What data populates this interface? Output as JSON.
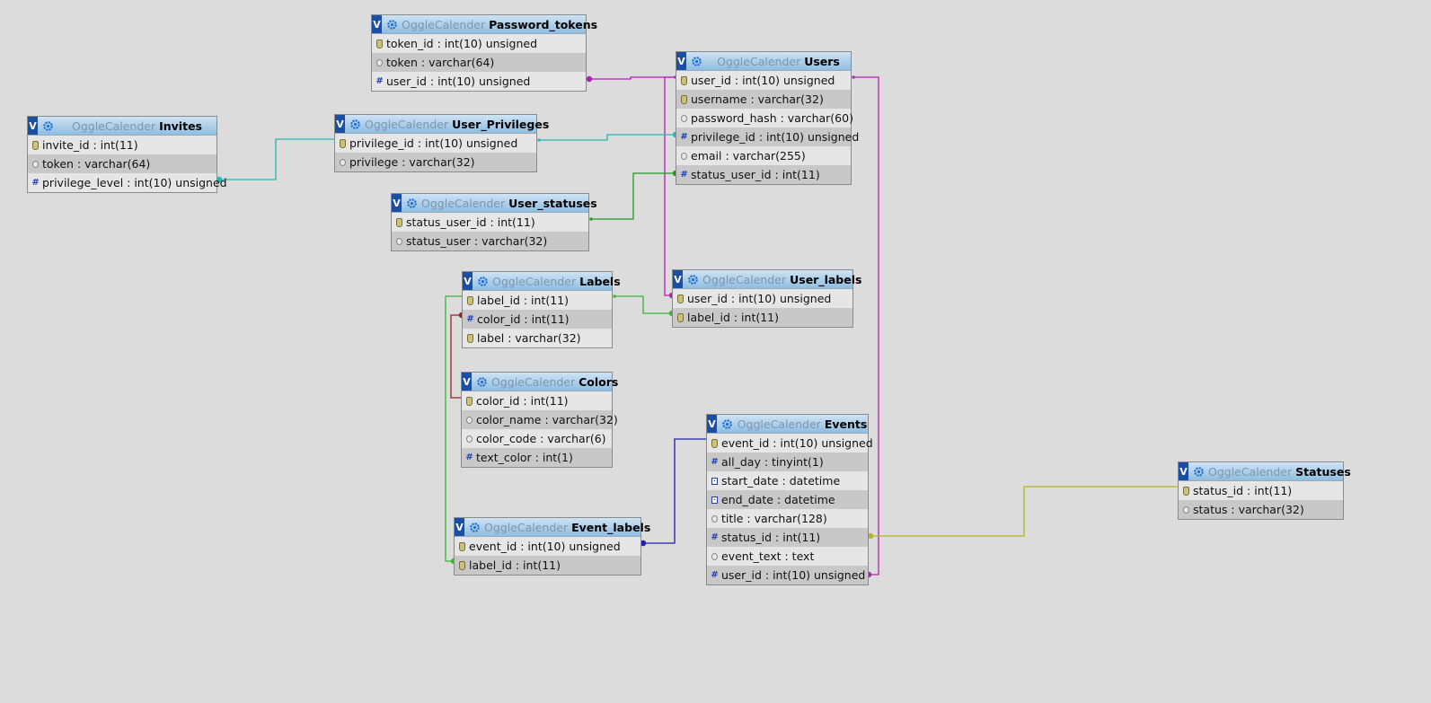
{
  "tables": [
    {
      "key": "password_tokens",
      "db": "OggleCalender",
      "name": "Password_tokens",
      "columns": [
        {
          "text": "token_id : int(10) unsigned",
          "icon": "key-icon"
        },
        {
          "text": "token : varchar(64)",
          "icon": "text-icon"
        },
        {
          "text": "user_id : int(10) unsigned",
          "icon": "numeric-icon"
        }
      ]
    },
    {
      "key": "users",
      "db": "OggleCalender",
      "name": "Users",
      "columns": [
        {
          "text": "user_id : int(10) unsigned",
          "icon": "key-icon"
        },
        {
          "text": "username : varchar(32)",
          "icon": "key-icon"
        },
        {
          "text": "password_hash : varchar(60)",
          "icon": "text-icon"
        },
        {
          "text": "privilege_id : int(10) unsigned",
          "icon": "numeric-icon"
        },
        {
          "text": "email : varchar(255)",
          "icon": "text-icon"
        },
        {
          "text": "status_user_id : int(11)",
          "icon": "numeric-icon"
        }
      ]
    },
    {
      "key": "invites",
      "db": "OggleCalender",
      "name": "Invites",
      "columns": [
        {
          "text": "invite_id : int(11)",
          "icon": "key-icon"
        },
        {
          "text": "token : varchar(64)",
          "icon": "text-icon"
        },
        {
          "text": "privilege_level : int(10) unsigned",
          "icon": "numeric-icon"
        }
      ]
    },
    {
      "key": "user_privileges",
      "db": "OggleCalender",
      "name": "User_Privileges",
      "columns": [
        {
          "text": "privilege_id : int(10) unsigned",
          "icon": "key-icon"
        },
        {
          "text": "privilege : varchar(32)",
          "icon": "text-icon"
        }
      ]
    },
    {
      "key": "user_statuses",
      "db": "OggleCalender",
      "name": "User_statuses",
      "columns": [
        {
          "text": "status_user_id : int(11)",
          "icon": "key-icon"
        },
        {
          "text": "status_user : varchar(32)",
          "icon": "text-icon"
        }
      ]
    },
    {
      "key": "labels",
      "db": "OggleCalender",
      "name": "Labels",
      "columns": [
        {
          "text": "label_id : int(11)",
          "icon": "key-icon"
        },
        {
          "text": "color_id : int(11)",
          "icon": "numeric-icon"
        },
        {
          "text": "label : varchar(32)",
          "icon": "key-icon"
        }
      ]
    },
    {
      "key": "user_labels",
      "db": "OggleCalender",
      "name": "User_labels",
      "columns": [
        {
          "text": "user_id : int(10) unsigned",
          "icon": "key-icon"
        },
        {
          "text": "label_id : int(11)",
          "icon": "key-icon"
        }
      ]
    },
    {
      "key": "colors",
      "db": "OggleCalender",
      "name": "Colors",
      "columns": [
        {
          "text": "color_id : int(11)",
          "icon": "key-icon"
        },
        {
          "text": "color_name : varchar(32)",
          "icon": "text-icon"
        },
        {
          "text": "color_code : varchar(6)",
          "icon": "text-icon"
        },
        {
          "text": "text_color : int(1)",
          "icon": "numeric-icon"
        }
      ]
    },
    {
      "key": "events",
      "db": "OggleCalender",
      "name": "Events",
      "columns": [
        {
          "text": "event_id : int(10) unsigned",
          "icon": "key-icon"
        },
        {
          "text": "all_day : tinyint(1)",
          "icon": "numeric-icon"
        },
        {
          "text": "start_date : datetime",
          "icon": "date-icon"
        },
        {
          "text": "end_date : datetime",
          "icon": "date-icon"
        },
        {
          "text": "title : varchar(128)",
          "icon": "text-icon"
        },
        {
          "text": "status_id : int(11)",
          "icon": "numeric-icon"
        },
        {
          "text": "event_text : text",
          "icon": "text-icon"
        },
        {
          "text": "user_id : int(10) unsigned",
          "icon": "numeric-icon"
        }
      ]
    },
    {
      "key": "event_labels",
      "db": "OggleCalender",
      "name": "Event_labels",
      "columns": [
        {
          "text": "event_id : int(10) unsigned",
          "icon": "key-icon"
        },
        {
          "text": "label_id : int(11)",
          "icon": "key-icon"
        }
      ]
    },
    {
      "key": "statuses",
      "db": "OggleCalender",
      "name": "Statuses",
      "columns": [
        {
          "text": "status_id : int(11)",
          "icon": "key-icon"
        },
        {
          "text": "status : varchar(32)",
          "icon": "text-icon"
        }
      ]
    }
  ],
  "relation_colors": {
    "users": "#b51fb5",
    "privileges": "#27b5b5",
    "statuses_user": "#1f9a1f",
    "labels": "#35b535",
    "colors": "#9a2020",
    "event_labels": "#1f1fa8",
    "statuses": "#b5b51f"
  }
}
